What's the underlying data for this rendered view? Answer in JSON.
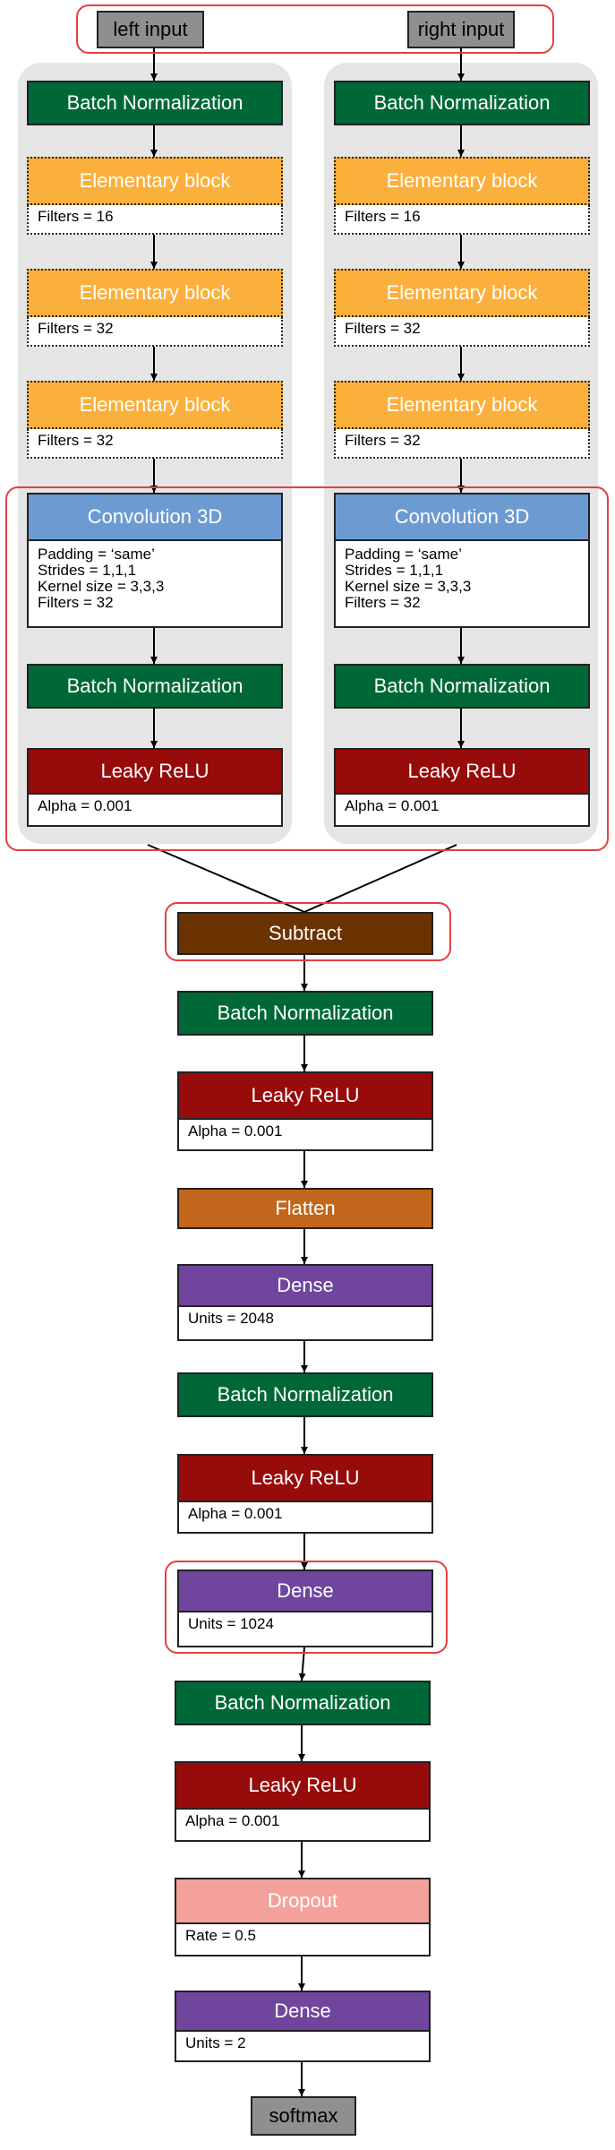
{
  "colors": {
    "batch_norm": "#006837",
    "elementary": "#fbb03b",
    "conv3d": "#6c9bd2",
    "leaky_relu": "#970b0b",
    "subtract": "#6b3300",
    "flatten": "#c1661a",
    "dense": "#6f459e",
    "dropout": "#f5a19b",
    "io": "#8f8f8f",
    "highlight": "#e43f3f"
  },
  "inputs": {
    "left": "left input",
    "right": "right input"
  },
  "branch": {
    "bn1": "Batch Normalization",
    "elem1": {
      "title": "Elementary block",
      "param": "Filters = 16"
    },
    "elem2": {
      "title": "Elementary block",
      "param": "Filters = 32"
    },
    "elem3": {
      "title": "Elementary block",
      "param": "Filters = 32"
    },
    "conv": {
      "title": "Convolution 3D",
      "params": "Padding = ‘same’\nStrides = 1,1,1\nKernel size = 3,3,3\nFilters = 32"
    },
    "bn2": "Batch Normalization",
    "relu": {
      "title": "Leaky ReLU",
      "param": "Alpha = 0.001"
    }
  },
  "merge": {
    "subtract": "Subtract",
    "bn1": "Batch Normalization",
    "relu1": {
      "title": "Leaky ReLU",
      "param": "Alpha = 0.001"
    },
    "flatten": "Flatten",
    "dense1": {
      "title": "Dense",
      "param": "Units = 2048"
    },
    "bn2": "Batch Normalization",
    "relu2": {
      "title": "Leaky ReLU",
      "param": "Alpha = 0.001"
    },
    "dense2": {
      "title": "Dense",
      "param": "Units = 1024"
    },
    "bn3": "Batch Normalization",
    "relu3": {
      "title": "Leaky ReLU",
      "param": "Alpha = 0.001"
    },
    "dropout": {
      "title": "Dropout",
      "param": "Rate = 0.5"
    },
    "dense3": {
      "title": "Dense",
      "param": "Units = 2"
    },
    "output": "softmax"
  }
}
